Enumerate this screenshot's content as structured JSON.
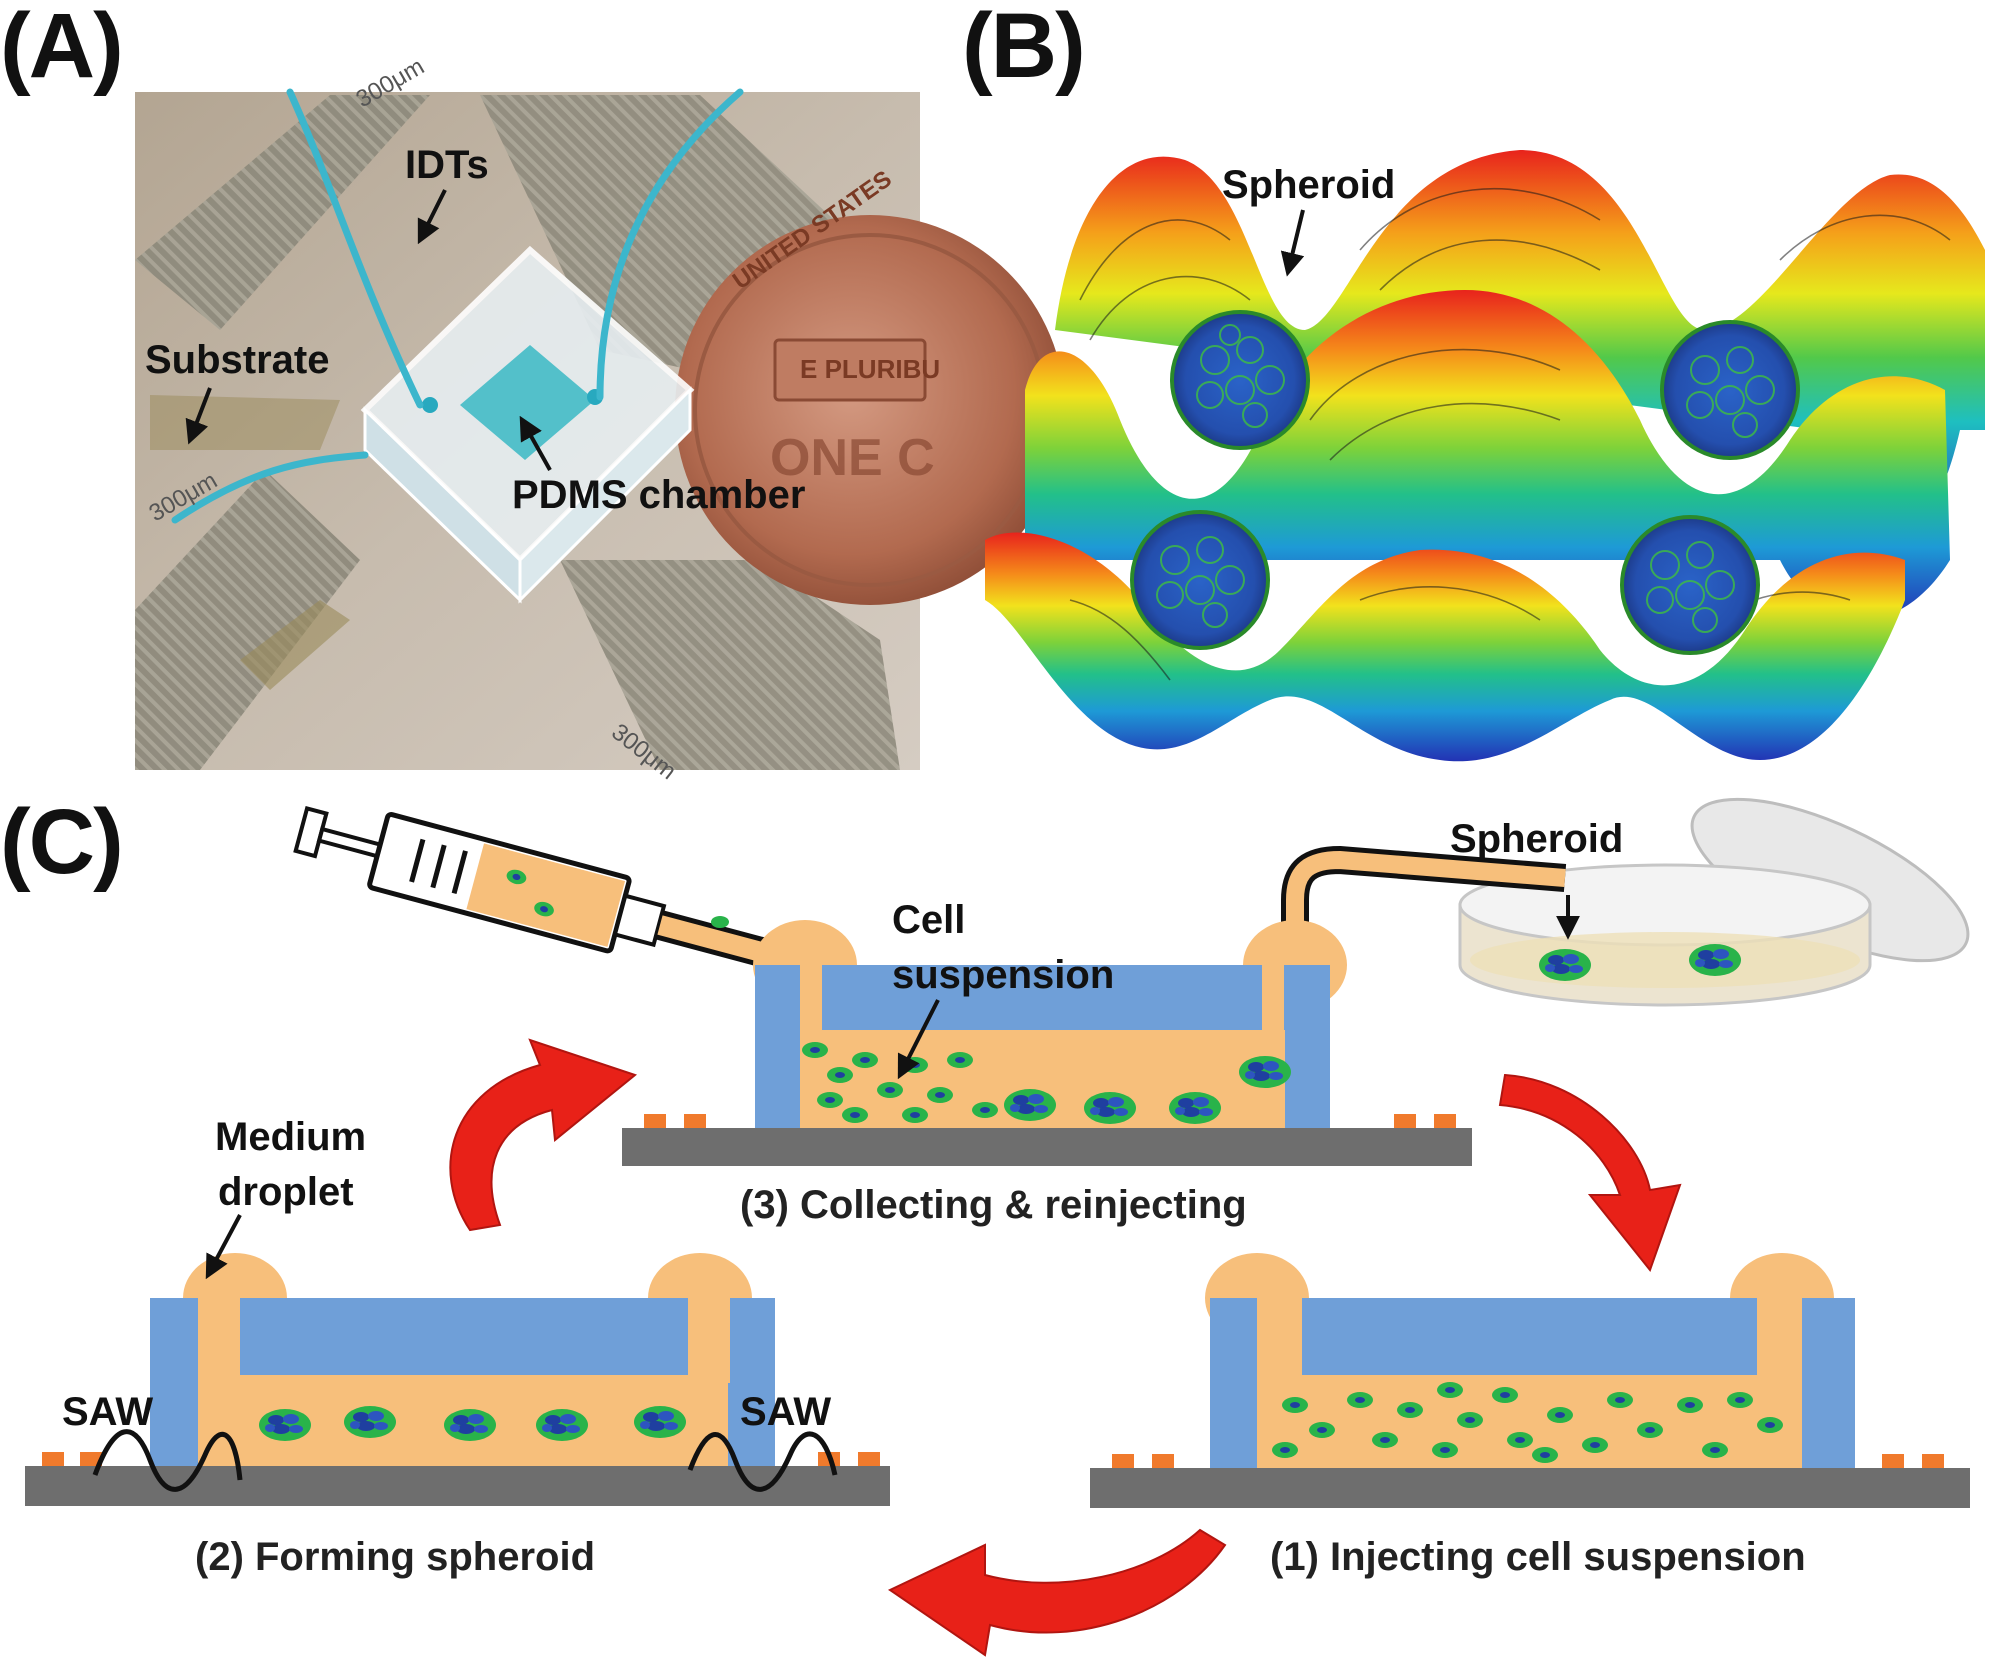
{
  "panels": {
    "a": {
      "label": "(A)",
      "annotations": {
        "idts": "IDTs",
        "substrate": "Substrate",
        "pdms": "PDMS chamber",
        "scale_marks": [
          "300μm",
          "300μm",
          "300μm"
        ],
        "coin_text": [
          "UNITED STATES",
          "E PLURIBU",
          "ONE C"
        ]
      }
    },
    "b": {
      "label": "(B)",
      "annotations": {
        "spheroid": "Spheroid"
      }
    },
    "c": {
      "label": "(C)",
      "annotations": {
        "spheroid": "Spheroid",
        "cell": "Cell",
        "suspension": "suspension",
        "medium": "Medium",
        "droplet": "droplet",
        "saw_left": "SAW",
        "saw_right": "SAW"
      },
      "steps": {
        "step3": "(3) Collecting & reinjecting",
        "step2": "(2) Forming spheroid",
        "step1": "(1) Injecting cell suspension"
      }
    }
  },
  "colors": {
    "pdms_blue": "#6f9fd8",
    "medium_orange": "#f7bf7b",
    "substrate_gray": "#6e6e6e",
    "electrode_orange": "#f07a2c",
    "arrow_red": "#e82118",
    "cell_green": "#29b34a",
    "nucleus_blue": "#1f3fa0"
  }
}
